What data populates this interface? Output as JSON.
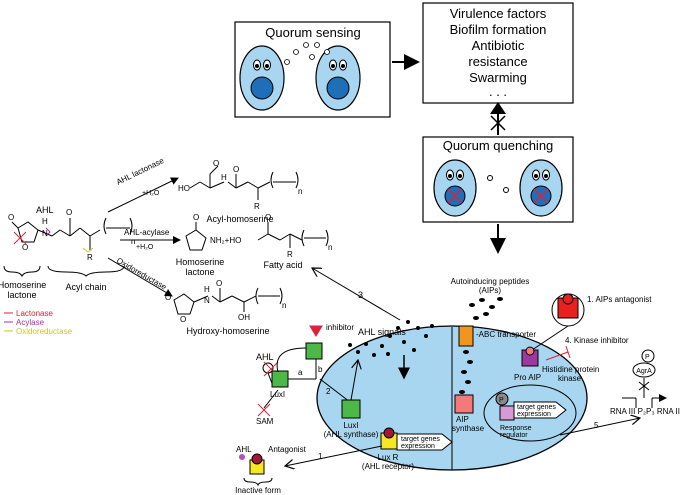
{
  "boxes": {
    "quorum_sensing": "Quorum sensing",
    "quorum_quenching": "Quorum quenching",
    "outcomes": [
      "Virulence factors",
      "Biofilm formation",
      "Antibiotic",
      "resistance",
      "Swarming",
      ". . ."
    ]
  },
  "chemistry": {
    "ahl": "AHL",
    "homoserine_lactone_left": [
      "Homoserine",
      "lactone"
    ],
    "acyl_chain": "Acyl chain",
    "ahl_lactonase": "AHL lactonase",
    "ahl_lactonase_water": "+H₂O",
    "acyl_homoserine": "Acyl-homoserine",
    "ahl_acylase": "AHL-acylase",
    "ahl_acylase_water": "+H₂O",
    "homoserine_lactone_right": [
      "Homoserine",
      "lactone"
    ],
    "fatty_acid": "Fatty acid",
    "oxidoreductase": "Oxidoreductase",
    "hydroxy_homoserine": "Hydroxy-homoserine",
    "atoms": {
      "o": "O",
      "h": "H",
      "n": "N",
      "r": "R",
      "oh": "OH",
      "ho": "HO",
      "nh2": "NH₂+HO",
      "n_sub": "n"
    }
  },
  "legend": [
    {
      "label": "Lactonase",
      "color": "#e0203a"
    },
    {
      "label": "Acylase",
      "color": "#a0349a"
    },
    {
      "label": "Oxidoreductase",
      "color": "#c8c820"
    }
  ],
  "cell": {
    "ahl": "AHL",
    "inhibitor": "inhibitor",
    "ahl_signals": "AHL signals",
    "luxi_small": "LuxI",
    "sam": "SAM",
    "luxi_label": [
      "LuxI",
      "(AHL synthase)"
    ],
    "luxr_label": [
      "Lux R",
      "(AHL receptor)"
    ],
    "target_genes": [
      "target genes",
      "expression"
    ],
    "ahl_antagonist": "AHL",
    "antagonist": "Antagonist",
    "inactive_form": "Inactive form",
    "aip_synthase": [
      "AIP",
      "synthase"
    ],
    "autoinducing_peptides": [
      "Autoinducing peptides",
      "(AIPs)"
    ],
    "abc_transporter": "-ABC transporter",
    "pro_aip": "Pro AIP",
    "aips_antagonist": "1. AIPs antagonist",
    "kinase_inhibitor": "4. Kinase inhibitor",
    "histidine_kinase": [
      "Histidine protein",
      "kinase"
    ],
    "response_regulator": [
      "Response",
      "regulator"
    ],
    "p": "P",
    "agra": "AgrA",
    "rna": "RNA III P₂P₃ RNA II",
    "steps": {
      "a": "a",
      "b": "b",
      "one": "1",
      "two": "2",
      "three": "3",
      "five": "5"
    }
  }
}
